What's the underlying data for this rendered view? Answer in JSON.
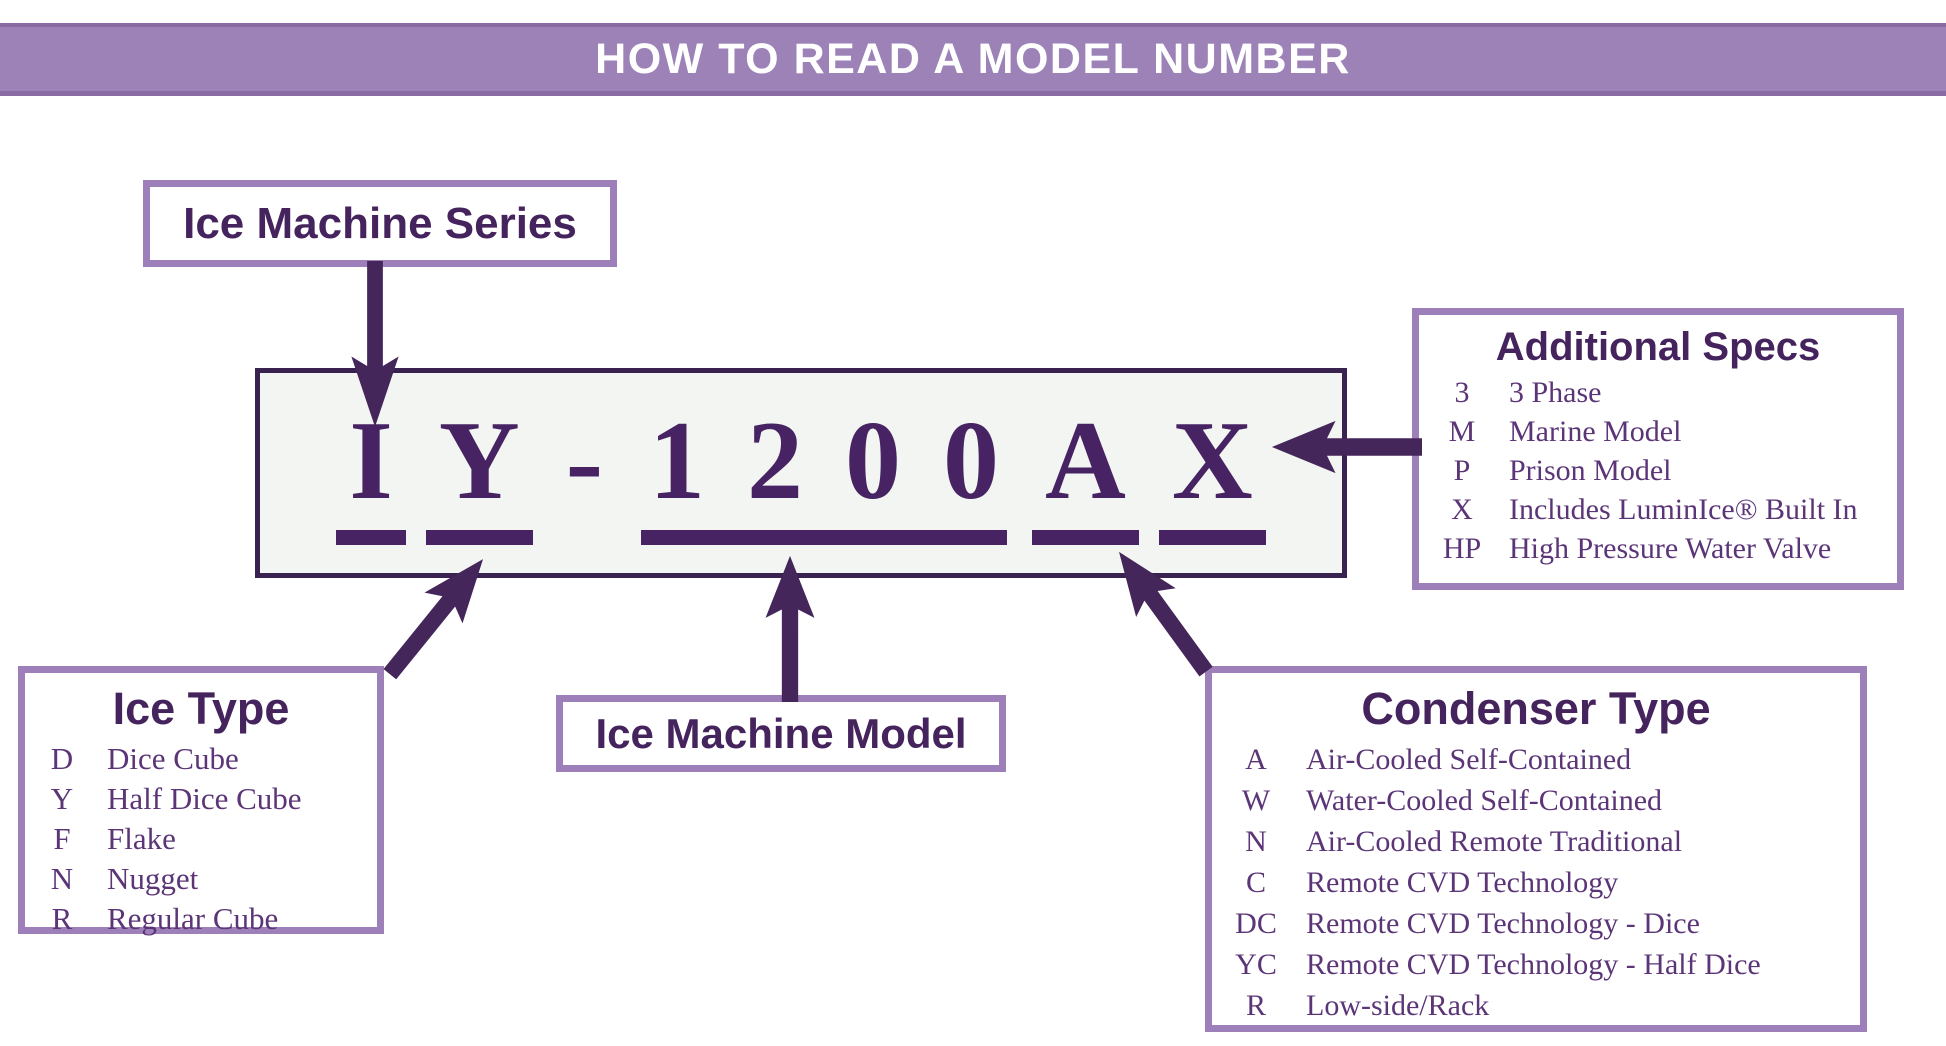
{
  "header": {
    "title": "HOW TO READ A MODEL NUMBER"
  },
  "series_label": "Ice Machine Series",
  "model_label": "Ice Machine Model",
  "model_number": {
    "full": "IY-1200AX",
    "segments": [
      {
        "text": "I",
        "underline": true
      },
      {
        "text": "Y",
        "underline": true
      },
      {
        "text": "-",
        "underline": false
      },
      {
        "text": "1200",
        "underline": true
      },
      {
        "text": "A",
        "underline": true
      },
      {
        "text": "X",
        "underline": true
      }
    ]
  },
  "additional_specs": {
    "title": "Additional Specs",
    "items": [
      {
        "code": "3",
        "desc": "3 Phase"
      },
      {
        "code": "M",
        "desc": "Marine Model"
      },
      {
        "code": "P",
        "desc": "Prison Model"
      },
      {
        "code": "X",
        "desc": "Includes LuminIce® Built In"
      },
      {
        "code": "HP",
        "desc": "High Pressure Water Valve"
      }
    ]
  },
  "ice_type": {
    "title": "Ice Type",
    "items": [
      {
        "code": "D",
        "desc": "Dice Cube"
      },
      {
        "code": "Y",
        "desc": "Half Dice Cube"
      },
      {
        "code": "F",
        "desc": "Flake"
      },
      {
        "code": "N",
        "desc": "Nugget"
      },
      {
        "code": "R",
        "desc": "Regular Cube"
      }
    ]
  },
  "condenser_type": {
    "title": "Condenser Type",
    "items": [
      {
        "code": "A",
        "desc": "Air-Cooled Self-Contained"
      },
      {
        "code": "W",
        "desc": "Water-Cooled Self-Contained"
      },
      {
        "code": "N",
        "desc": "Air-Cooled Remote Traditional"
      },
      {
        "code": "C",
        "desc": "Remote CVD Technology"
      },
      {
        "code": "DC",
        "desc": "Remote CVD Technology - Dice"
      },
      {
        "code": "YC",
        "desc": "Remote CVD Technology - Half Dice"
      },
      {
        "code": "R",
        "desc": "Low-side/Rack"
      }
    ]
  },
  "colors": {
    "band": "#9d82b8",
    "band_edge": "#8a6ba3",
    "lavender_border": "#9d7fba",
    "dark_purple": "#45235d",
    "model_text": "#482364",
    "list_text": "#5b3577",
    "main_box_bg": "#f3f5f2",
    "main_box_border": "#392150",
    "arrow": "#44265a"
  }
}
